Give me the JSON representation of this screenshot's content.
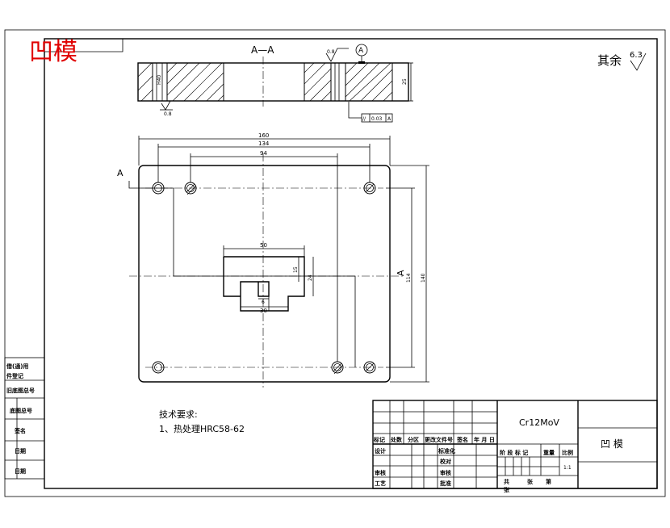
{
  "stamp": {
    "text": "凹模",
    "color": "#e00000"
  },
  "section_label": "A—A",
  "roughness_other": {
    "prefix": "其余",
    "value": "6.3"
  },
  "roughness_top": "0.8",
  "roughness_side": "0.8",
  "datum_letter": "A",
  "tolerance_frame": {
    "symbol": "//",
    "value": "0.03",
    "datum": "A"
  },
  "section_dims": {
    "h40": "H40",
    "d25": "25"
  },
  "plan_dims": {
    "d160": "160",
    "d134": "134",
    "d94": "94",
    "d50": "50",
    "d15": "15",
    "d24": "24",
    "d6": "6",
    "d30": "30",
    "d114": "114",
    "d140": "140"
  },
  "cut_label_left": "A",
  "cut_label_right": "A",
  "tech_requirements": {
    "title": "技术要求:",
    "item1": "1、热处理HRC58-62"
  },
  "left_margin": {
    "row1a": "借(通)用",
    "row1b": "件登记",
    "row2": "旧底图总号",
    "row3": "底图总号",
    "row4": "签名",
    "row5": "日期",
    "row6": "日期"
  },
  "title_block": {
    "material": "Cr12MoV",
    "part_name": "凹  模",
    "h_mark": "标记",
    "h_count": "处数",
    "h_zone": "分区",
    "h_docno": "更改文件号",
    "h_sign": "签名",
    "h_date": "年 月 日",
    "r_design": "设计",
    "r_std": "标准化",
    "r_review": "审核",
    "r_process": "工艺",
    "r_check": "校对",
    "r_audit": "审核",
    "r_approve": "批准",
    "stage_label": "阶 段 标 记",
    "weight_label": "重量",
    "scale_label": "比例",
    "scale": "1:1",
    "sheets_total": "共",
    "sheets_label": "张",
    "sheet_no": "第",
    "sheet_unit": "张"
  }
}
